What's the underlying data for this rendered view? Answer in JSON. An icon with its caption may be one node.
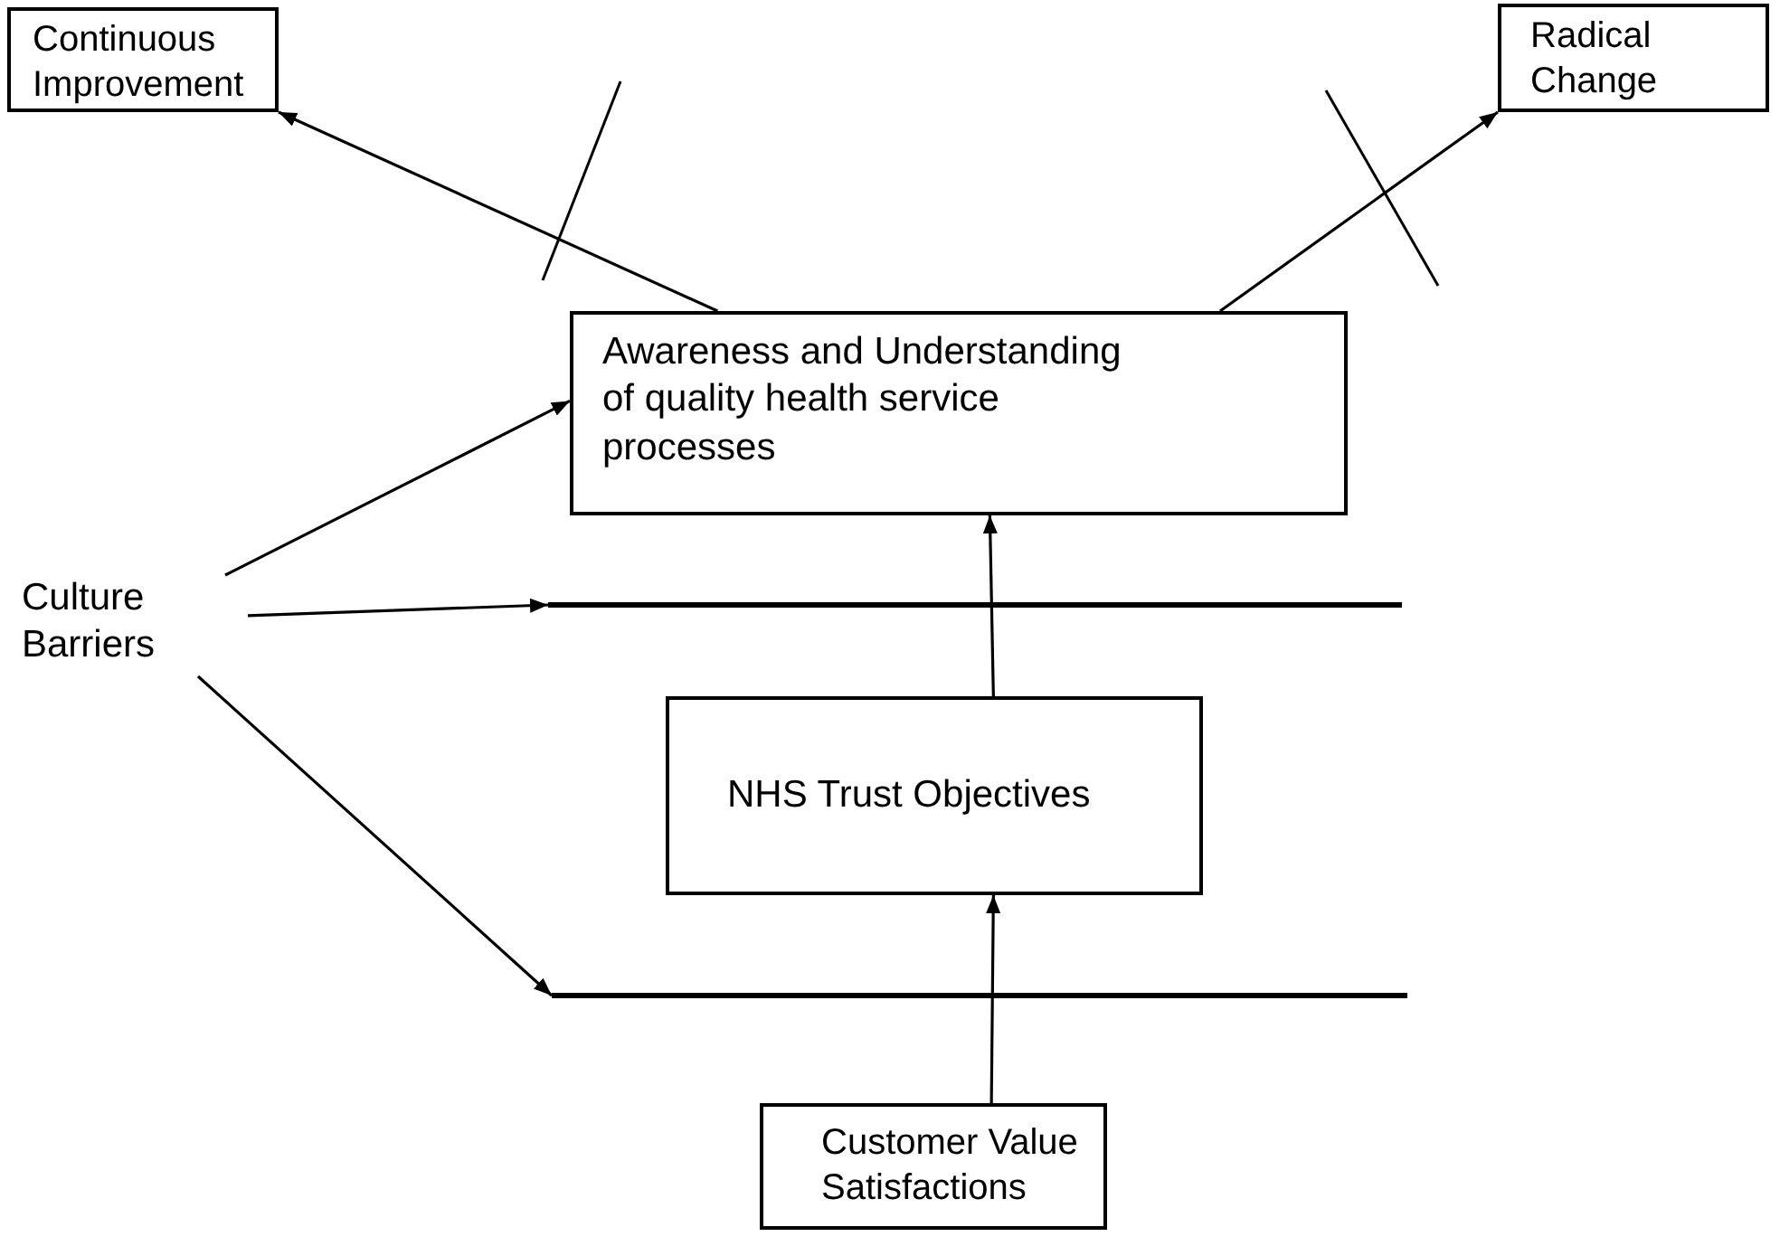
{
  "diagram": {
    "nodes": [
      {
        "text": [
          "Continuous Improvement"
        ]
      },
      {
        "text": [
          "Radical Change"
        ]
      },
      {
        "text": [
          "Awareness and Understanding of quality health service processes"
        ]
      },
      {
        "text": [
          "Culture Barriers"
        ]
      },
      {
        "text": [],
        "shape": "bar"
      },
      {
        "text": [
          "NHS Trust Objectives"
        ]
      },
      {
        "text": [],
        "shape": "bar"
      },
      {
        "text": [
          "Customer Value Satisfactions"
        ]
      }
    ],
    "edges": [
      {
        "from": 2,
        "to": 0,
        "arrow": "to"
      },
      {
        "from": 2,
        "to": 1,
        "arrow": "to"
      },
      {
        "from": 3,
        "to": 2,
        "arrow": "to"
      },
      {
        "from": 3,
        "to": 4,
        "arrow": "to"
      },
      {
        "from": 3,
        "to": 6,
        "arrow": "to"
      },
      {
        "from": 5,
        "to": 2,
        "arrow": "to"
      },
      {
        "from": 7,
        "to": 5,
        "arrow": "to"
      }
    ]
  }
}
